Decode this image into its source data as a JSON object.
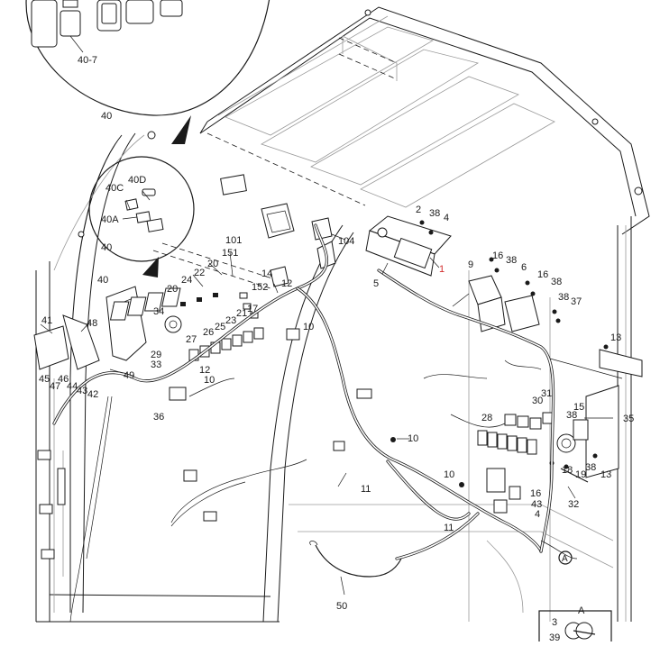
{
  "labels": {
    "l_40_7": "40-7",
    "l_40_top": "40",
    "l_40d": "40D",
    "l_40c": "40C",
    "l_40a": "40A",
    "l_40_b": "40",
    "l_40_c": "40",
    "l_101": "101",
    "l_151": "151",
    "l_20a": "20",
    "l_22": "22",
    "l_24": "24",
    "l_20b": "20",
    "l_14": "14",
    "l_152": "152",
    "l_12a": "12",
    "l_17": "17",
    "l_21": "21",
    "l_23": "23",
    "l_25": "25",
    "l_26": "26",
    "l_27": "27",
    "l_34": "34",
    "l_29": "29",
    "l_33": "33",
    "l_12b": "12",
    "l_10a": "10",
    "l_10b": "10",
    "l_36": "36",
    "l_41": "41",
    "l_48": "48",
    "l_46": "46",
    "l_45": "45",
    "l_47": "47",
    "l_44": "44",
    "l_43": "43",
    "l_42": "42",
    "l_49": "49",
    "l_104": "104",
    "l_2": "2",
    "l_38a": "38",
    "l_4a": "4",
    "l_1": "1",
    "l_5": "5",
    "l_9": "9",
    "l_16a": "16",
    "l_38b": "38",
    "l_6": "6",
    "l_16b": "16",
    "l_38c": "38",
    "l_38d": "38",
    "l_37": "37",
    "l_13a": "13",
    "l_31": "31",
    "l_30": "30",
    "l_28": "28",
    "l_15": "15",
    "l_38e": "38",
    "l_35": "35",
    "l_18": "18",
    "l_19": "19",
    "l_38f": "38",
    "l_13b": "13",
    "l_32": "32",
    "l_10c": "10",
    "l_10d": "10",
    "l_11a": "11",
    "l_16c": "16",
    "l_43b": "43",
    "l_4b": "4",
    "l_11b": "11",
    "l_A": "A",
    "l_50": "50",
    "l_detail_A": "A",
    "l_3": "3",
    "l_39": "39"
  }
}
